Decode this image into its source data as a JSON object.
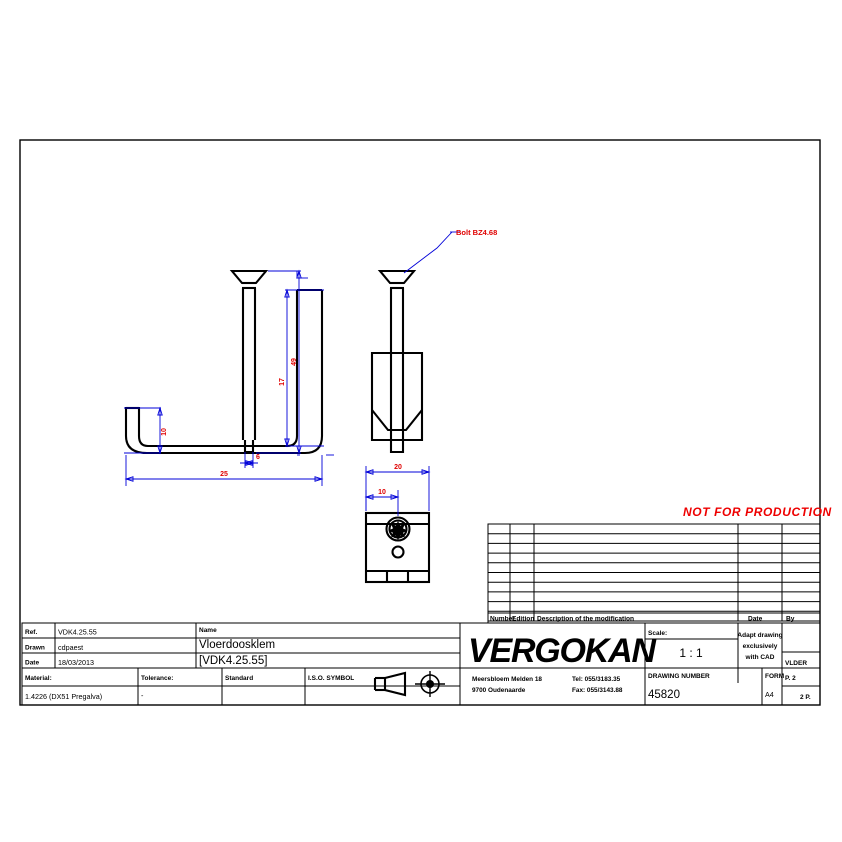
{
  "sheet": {
    "border_color": "#000000",
    "background": "#ffffff"
  },
  "stamp": {
    "text": "NOT FOR PRODUCTION",
    "color": "#ee0000"
  },
  "annotations": {
    "bolt_note": "Bolt BZ4.68",
    "dim_color": "#0000d8",
    "dim_text_color": "#e00000"
  },
  "dimensions": {
    "side_view": [
      {
        "name": "overall-height",
        "value": "49"
      },
      {
        "name": "inner-height",
        "value": "17"
      },
      {
        "name": "lip-height",
        "value": "10"
      },
      {
        "name": "stud-width",
        "value": "6"
      },
      {
        "name": "overall-width",
        "value": "25"
      }
    ],
    "bottom_view": [
      {
        "name": "plate-width",
        "value": "20"
      },
      {
        "name": "hole-center",
        "value": "10"
      }
    ]
  },
  "modification_table": {
    "headers": [
      "Number",
      "Edition",
      "Description of the modification",
      "Date",
      "By"
    ],
    "rows": [
      [
        "",
        "",
        "",
        "",
        ""
      ],
      [
        "",
        "",
        "",
        "",
        ""
      ],
      [
        "",
        "",
        "",
        "",
        ""
      ],
      [
        "",
        "",
        "",
        "",
        ""
      ],
      [
        "",
        "",
        "",
        "",
        ""
      ],
      [
        "",
        "",
        "",
        "",
        ""
      ],
      [
        "",
        "",
        "",
        "",
        ""
      ],
      [
        "",
        "",
        "",
        "",
        ""
      ],
      [
        "",
        "",
        "",
        "",
        ""
      ],
      [
        "",
        "",
        "",
        "",
        ""
      ]
    ]
  },
  "title_block": {
    "ref_label": "Ref.",
    "ref_value": "VDK4.25.55",
    "drawn_label": "Drawn",
    "drawn_value": "cdpaest",
    "date_label": "Date",
    "date_value": "18/03/2013",
    "name_label": "Name",
    "name_value": "Vloerdoosklem",
    "name_code": "[VDK4.25.55]",
    "material_label": "Material:",
    "material_value": "1.4226 (DX51 Pregalva)",
    "tolerance_label": "Tolerance:",
    "tolerance_value": "-",
    "standard_label": "Standard",
    "standard_value": "",
    "iso_symbol_label": "I.S.O. SYMBOL",
    "company_name": "VERGOKAN",
    "address_line1": "Meersbloem Melden 18",
    "address_line2": "9700 Oudenaarde",
    "tel": "Tel: 055/3183.35",
    "fax": "Fax: 055/3143.88",
    "scale_label": "Scale:",
    "scale_value": "1 : 1",
    "adapt_line1": "Adapt drawing",
    "adapt_line2": "exclusively",
    "adapt_line3": "with CAD",
    "by_value": "VLDER",
    "drawing_number_label": "DRAWING NUMBER",
    "drawing_number_value": "45820",
    "form_label": "FORM",
    "form_value": "A4",
    "page_current": "P. 2",
    "page_total": "2 P."
  }
}
